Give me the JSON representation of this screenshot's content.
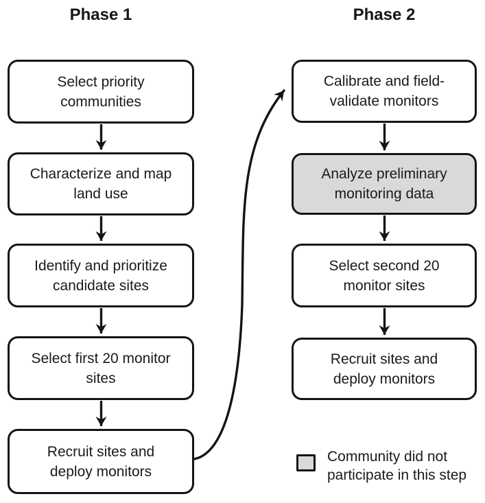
{
  "diagram": {
    "phase1": {
      "title": "Phase 1",
      "steps": [
        {
          "label": "Select priority\ncommunities",
          "shaded": false
        },
        {
          "label": "Characterize and map\nland use",
          "shaded": false
        },
        {
          "label": "Identify and prioritize\ncandidate sites",
          "shaded": false
        },
        {
          "label": "Select first 20 monitor\nsites",
          "shaded": false
        },
        {
          "label": "Recruit sites and\ndeploy monitors",
          "shaded": false
        }
      ]
    },
    "phase2": {
      "title": "Phase 2",
      "steps": [
        {
          "label": "Calibrate and field-\nvalidate monitors",
          "shaded": false
        },
        {
          "label": "Analyze preliminary\nmonitoring data",
          "shaded": true
        },
        {
          "label": "Select second 20\nmonitor sites",
          "shaded": false
        },
        {
          "label": "Recruit sites and\ndeploy monitors",
          "shaded": false
        }
      ]
    },
    "legend": {
      "label": "Community did not\nparticipate in this step"
    },
    "colors": {
      "box_fill": "#ffffff",
      "shaded_fill": "#d9d9d9",
      "stroke": "#141414",
      "text": "#1a1a1a"
    }
  }
}
